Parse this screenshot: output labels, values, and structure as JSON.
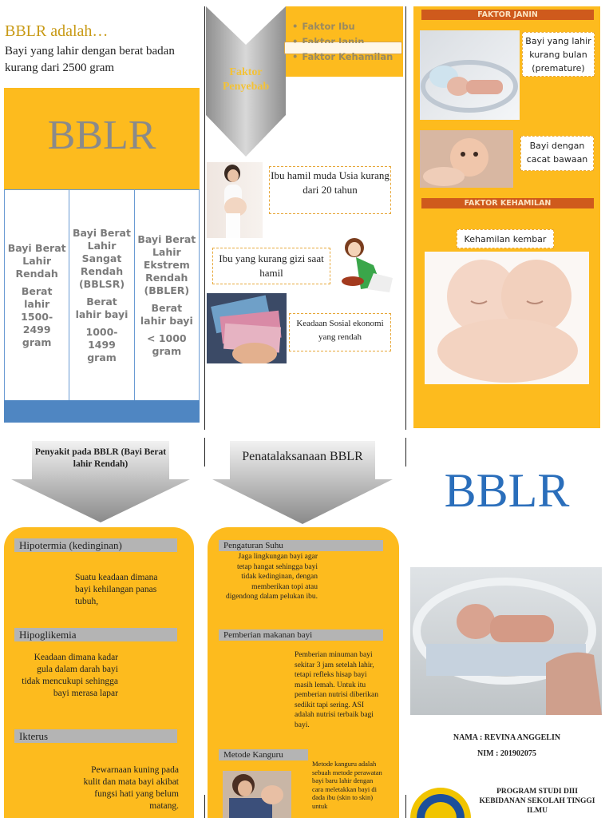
{
  "panel1": {
    "title": "BBLR adalah…",
    "definition": "Bayi yang lahir dengan berat badan kurang dari 2500 gram",
    "big_label": "BBLR",
    "types": [
      {
        "name": "Bayi Berat Lahir Rendah",
        "weight_label": "Berat lahir",
        "weight": "1500-2499 gram"
      },
      {
        "name": "Bayi Berat Lahir Sangat Rendah (BBLSR)",
        "weight_label": "Berat lahir bayi",
        "weight": "1000-1499 gram"
      },
      {
        "name": "Bayi Berat Lahir Ekstrem Rendah (BBLER)",
        "weight_label": "Berat lahir bayi",
        "weight": "< 1000 gram"
      }
    ]
  },
  "panel2": {
    "arrow_label": "Faktor Penyebab",
    "factors": [
      "Faktor Ibu",
      "Faktor Janin",
      "Faktor Kehamilan"
    ],
    "causes": {
      "young_mother": "Ibu hamil muda Usia kurang dari 20 tahun",
      "malnutrition": "Ibu yang kurang gizi saat hamil",
      "socioeconomic": "Keadaan Sosial ekonomi yang rendah"
    }
  },
  "panel3": {
    "faktor_janin": "FAKTOR JANIN",
    "premature": "Bayi yang lahir kurang bulan (premature)",
    "defect": "Bayi dengan cacat bawaan",
    "faktor_kehamilan": "FAKTOR KEHAMILAN",
    "twins": "Kehamilan kembar"
  },
  "panel4": {
    "arrow_label": "Penyakit pada BBLR (Bayi Berat lahir Rendah)",
    "sections": [
      {
        "title": "Hipotermia (kedinginan)",
        "body": "Suatu keadaan dimana bayi kehilangan panas tubuh,"
      },
      {
        "title": "Hipoglikemia",
        "body": "Keadaan dimana kadar gula dalam darah bayi tidak mencukupi sehingga bayi merasa lapar"
      },
      {
        "title": "Ikterus",
        "body": "Pewarnaan kuning pada kulit dan mata bayi akibat fungsi hati yang belum matang."
      }
    ]
  },
  "panel5": {
    "arrow_label": "Penatalaksanaan BBLR",
    "sections": [
      {
        "title": "Pengaturan Suhu",
        "body": "Jaga lingkungan bayi agar tetap hangat sehingga bayi tidak kedinginan, dengan memberikan topi atau digendong dalam pelukan ibu."
      },
      {
        "title": "Pemberian makanan bayi",
        "body": "Pemberian minuman bayi sekitar 3 jam setelah lahir, tetapi refleks hisap bayi masih lemah. Untuk itu pemberian nutrisi diberikan sedikit tapi sering. ASI adalah nutrisi terbaik bagi bayi."
      },
      {
        "title": "Metode Kanguru",
        "body": "Metode kanguru adalah sebuah metode perawatan bayi baru lahir dengan cara meletakkan bayi di dada ibu (skin to skin) untuk"
      }
    ]
  },
  "cover": {
    "title": "BBLR",
    "nama": "NAMA : REVINA ANGGELIN",
    "nim": "NIM : 201902075",
    "prodi": "PROGRAM STUDI DIII KEBIDANAN SEKOLAH TINGGI ILMU"
  },
  "colors": {
    "gold": "#fdbb1e",
    "blue": "#4f86c2",
    "orange": "#cf5a1c",
    "gray": "#b4b4b4",
    "title_blue": "#2a6ebb"
  }
}
